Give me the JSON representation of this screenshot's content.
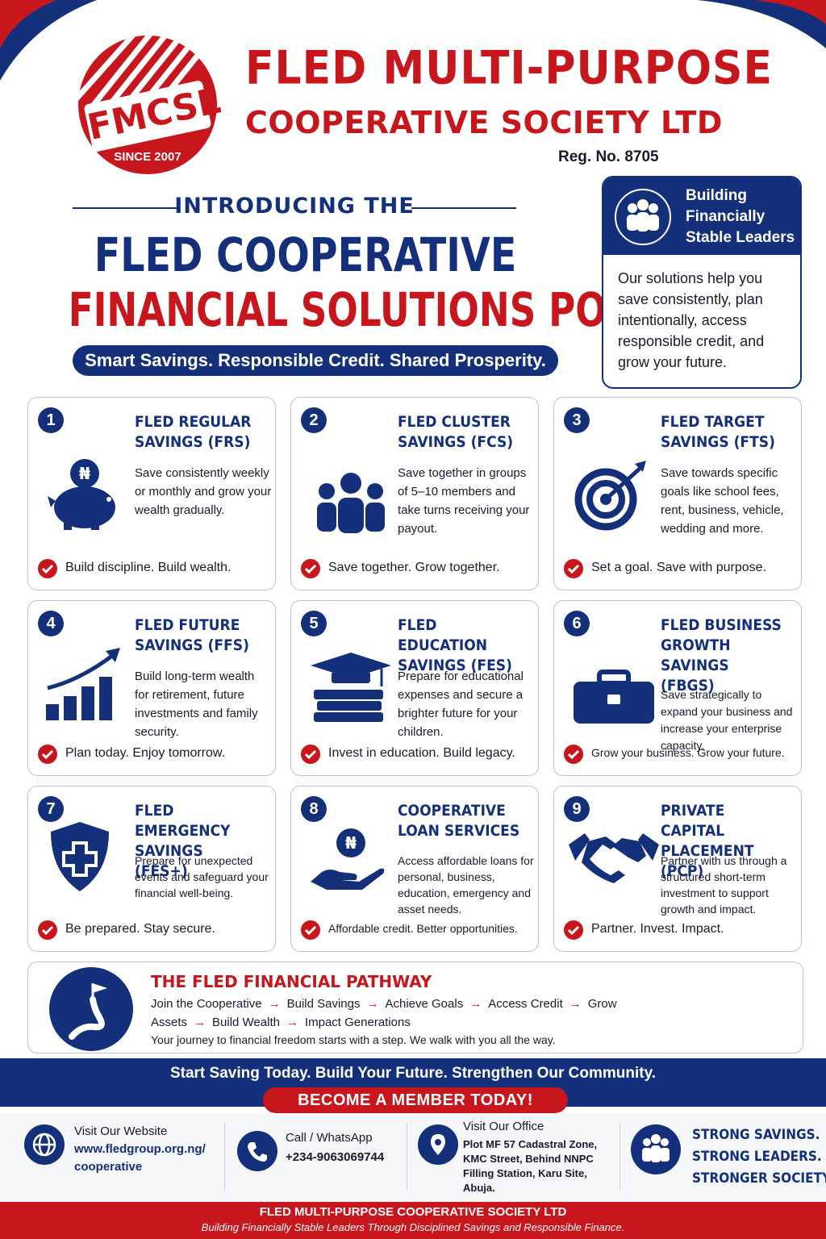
{
  "header": {
    "logo_text": "FMCSL",
    "logo_since": "SINCE 2007",
    "title_line1": "FLED MULTI-PURPOSE",
    "title_line2": "COOPERATIVE SOCIETY LTD",
    "reg_no": "Reg. No. 8705"
  },
  "intro": {
    "kicker": "INTRODUCING THE",
    "heading_line1": "FLED COOPERATIVE",
    "heading_line2": "FINANCIAL SOLUTIONS PORTFOLIO",
    "tagline": "Smart Savings. Responsible Credit. Shared Prosperity."
  },
  "side_card": {
    "title_line1": "Building",
    "title_line2": "Financially",
    "title_line3": "Stable Leaders",
    "body": "Our solutions help you save consistently, plan intentionally, access responsible credit, and grow your future.",
    "icon": "team-icon"
  },
  "cards": [
    {
      "num": "1",
      "title": "FLED REGULAR SAVINGS (FRS)",
      "desc": "Save consistently weekly or monthly and grow your wealth gradually.",
      "foot": "Build discipline. Build wealth.",
      "icon": "piggy-bank-icon",
      "icon_glyph": "₦"
    },
    {
      "num": "2",
      "title": "FLED CLUSTER SAVINGS (FCS)",
      "desc": "Save together in groups of 5–10 members and take turns receiving your payout.",
      "foot": "Save together. Grow together.",
      "icon": "group-icon"
    },
    {
      "num": "3",
      "title": "FLED TARGET SAVINGS (FTS)",
      "desc": "Save towards specific goals like school fees, rent, business, vehicle, wedding and more.",
      "foot": "Set a goal. Save with purpose.",
      "icon": "target-icon"
    },
    {
      "num": "4",
      "title": "FLED FUTURE SAVINGS (FFS)",
      "desc": "Build long-term wealth for retirement, future investments and family security.",
      "foot": "Plan today. Enjoy tomorrow.",
      "icon": "growth-chart-icon"
    },
    {
      "num": "5",
      "title": "FLED EDUCATION SAVINGS (FES)",
      "desc": "Prepare for educational expenses and secure a brighter future for your children.",
      "foot": "Invest in education. Build legacy.",
      "icon": "graduation-cap-icon"
    },
    {
      "num": "6",
      "title": "FLED BUSINESS GROWTH SAVINGS (FBGS)",
      "desc": "Save strategically to expand your business and increase your enterprise capacity.",
      "foot": "Grow your business. Grow your future.",
      "icon": "briefcase-icon"
    },
    {
      "num": "7",
      "title": "FLED EMERGENCY SAVINGS (FES+)",
      "desc": "Prepare for unexpected events and safeguard your financial well-being.",
      "foot": "Be prepared. Stay secure.",
      "icon": "shield-cross-icon"
    },
    {
      "num": "8",
      "title": "COOPERATIVE LOAN SERVICES",
      "desc": "Access affordable loans for personal, business, education, emergency and asset needs.",
      "foot": "Affordable credit. Better opportunities.",
      "icon": "hand-coin-icon",
      "icon_glyph": "₦"
    },
    {
      "num": "9",
      "title": "PRIVATE CAPITAL PLACEMENT (PCP)",
      "desc": "Partner with us through a structured short-term investment to support growth and impact.",
      "foot": "Partner. Invest. Impact.",
      "icon": "handshake-icon"
    }
  ],
  "pathway": {
    "title": "THE FLED FINANCIAL PATHWAY",
    "steps": [
      "Join the Cooperative",
      "Build Savings",
      "Achieve Goals",
      "Access Credit",
      "Grow Assets",
      "Build Wealth",
      "Impact Generations"
    ],
    "arrow": "→",
    "note": "Your journey to financial freedom starts with a step. We walk with you all the way."
  },
  "cta": {
    "text": "Start Saving Today. Build Your Future. Strengthen Our Community.",
    "button": "BECOME A MEMBER TODAY!"
  },
  "contact": {
    "website_label": "Visit Our Website",
    "website_line1": "www.fledgroup.org.ng/",
    "website_line2": "cooperative",
    "phone_label": "Call / WhatsApp",
    "phone": "+234-9063069744",
    "office_label": "Visit Our Office",
    "office_lines": [
      "Plot MF 57 Cadastral Zone,",
      "KMC Street, Behind NNPC",
      "Filling Station, Karu Site,",
      "Abuja."
    ],
    "slogan": [
      "STRONG SAVINGS.",
      "STRONG LEADERS.",
      "STRONGER SOCIETY."
    ]
  },
  "footer": {
    "line1": "FLED MULTI-PURPOSE COOPERATIVE SOCIETY LTD",
    "line2": "Building Financially Stable Leaders Through Disciplined Savings and Responsible Finance."
  },
  "colors": {
    "navy": "#14307a",
    "red": "#c8161d",
    "border": "#b9c3dd"
  }
}
